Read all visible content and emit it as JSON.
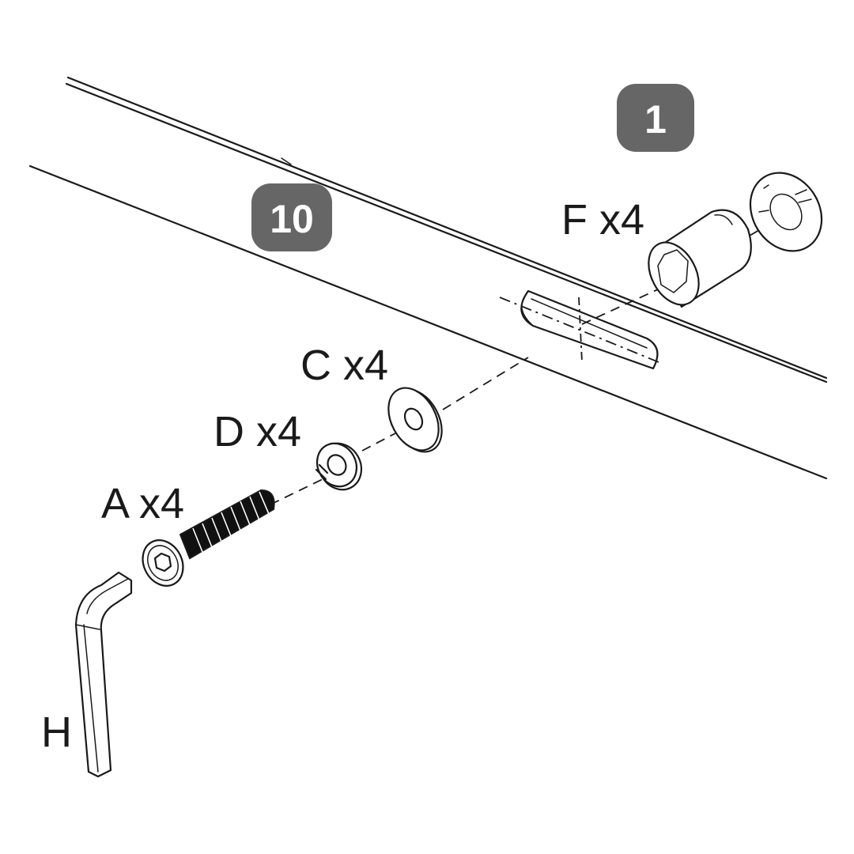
{
  "badges": {
    "step": "1",
    "part": "10"
  },
  "labels": {
    "F": "F x4",
    "C": "C x4",
    "D": "D x4",
    "A": "A x4",
    "H": "H"
  },
  "colors": {
    "badge_fill": "#666666",
    "line": "#1a1a1a",
    "background": "#ffffff"
  }
}
